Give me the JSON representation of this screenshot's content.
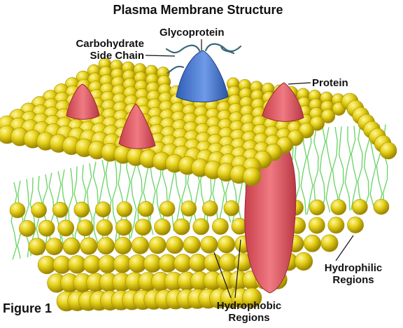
{
  "title": "Plasma Membrane Structure",
  "figure_label": "Figure 1",
  "labels": {
    "carbohydrate": [
      "Carbohydrate",
      "Side Chain"
    ],
    "glycoprotein": "Glycoprotein",
    "protein": "Protein",
    "hydrophilic": [
      "Hydrophilic",
      "Regions"
    ],
    "hydrophobic": [
      "Hydrophobic",
      "Regions"
    ]
  },
  "colors": {
    "head": "#e6d21a",
    "head_shadow": "#a89200",
    "tail": "#6fd66a",
    "protein": "#e0606a",
    "glycoprotein": "#4f7fd8",
    "carbohydrate": "#3a6a7a"
  }
}
